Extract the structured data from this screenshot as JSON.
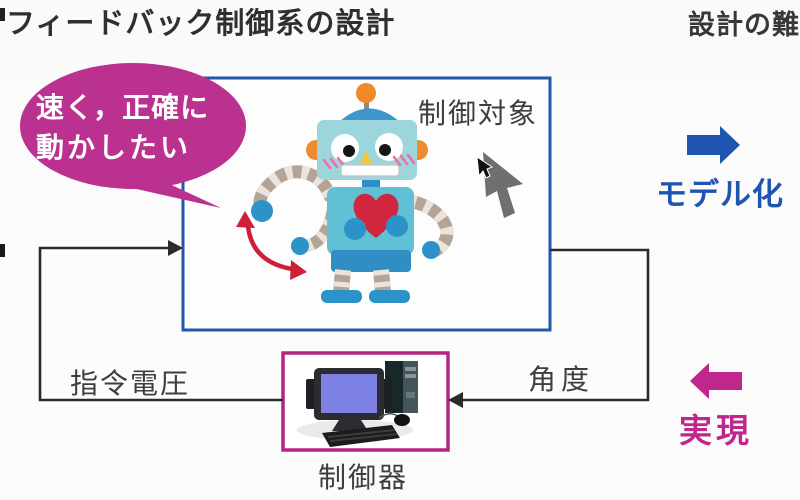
{
  "slide": {
    "title": "フィードバック制御系の設計",
    "corner_note": "設計の難",
    "bubble": {
      "line1": "速く，正確に",
      "line2": "動かしたい"
    },
    "plant": {
      "label": "制御対象"
    },
    "controller": {
      "label": "制御器"
    },
    "signal_left": "指令電圧",
    "signal_right": "角度",
    "modeling_label": "モデル化",
    "realization_label": "実現"
  },
  "icons": {
    "robot": "robot-illustration",
    "cursor": "mouse-cursor-icon",
    "computer": "desktop-computer-icon",
    "swing_arrow": "swing-motion-arrow-icon",
    "modeling_arrow": "right-block-arrow-icon",
    "realization_arrow": "left-block-arrow-icon",
    "bubble": "speech-bubble"
  },
  "colors": {
    "bubble_magenta": "#bb3190",
    "plant_border_blue": "#2456aa",
    "controller_border_magenta": "#b52684",
    "modeling_blue": "#1d55b0",
    "realization_magenta": "#c0278c",
    "line_black": "#2b2b2b",
    "label_gray": "#3e3e3e",
    "robot_head_teal": "#9cd6dc",
    "robot_body_teal": "#5fc0d6",
    "robot_accent_blue": "#2b93c8",
    "heart_red": "#d0273e",
    "arm_tan": "#b3a496",
    "antenna_orange": "#f08a28",
    "screen_purple": "#7e81e4",
    "cursor_gray": "#6f6f6f",
    "swing_arrow_red": "#ce2038"
  }
}
